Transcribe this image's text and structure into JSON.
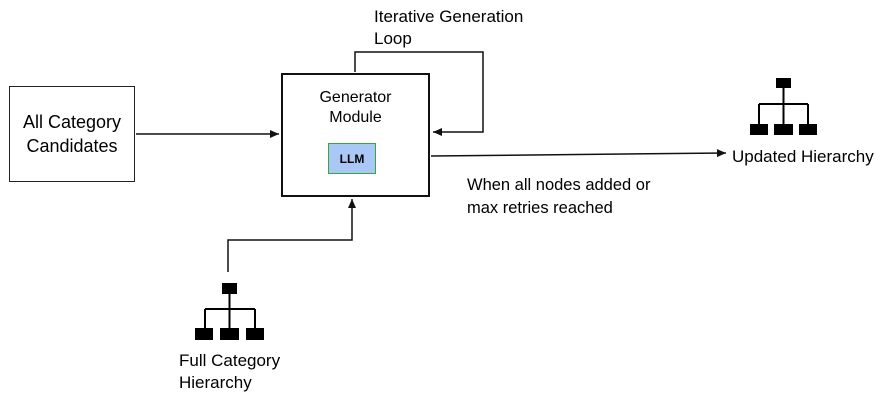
{
  "nodes": {
    "candidates": {
      "line1": "All Category",
      "line2": "Candidates"
    },
    "generator": {
      "line1": "Generator",
      "line2": "Module"
    },
    "llm": {
      "label": "LLM",
      "fill": "#a9c8f5",
      "border": "#3aa53a"
    },
    "full_hierarchy": {
      "line1": "Full Category",
      "line2": "Hierarchy",
      "icon": "hierarchy-icon"
    },
    "updated_hierarchy": {
      "label": "Updated Hierarchy",
      "icon": "hierarchy-icon"
    }
  },
  "edges": {
    "loop": {
      "line1": "Iterative Generation",
      "line2": "Loop"
    },
    "output_condition": {
      "line1": "When all nodes added or",
      "line2": "max retries reached"
    }
  }
}
